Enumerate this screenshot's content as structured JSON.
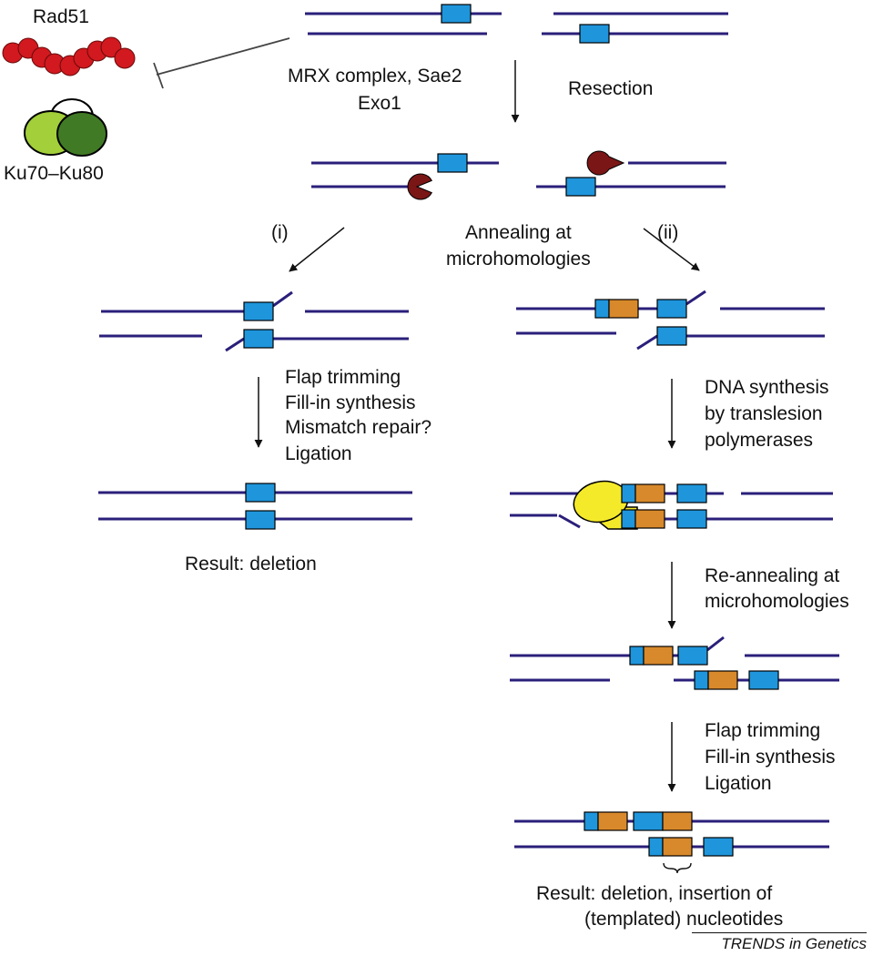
{
  "colors": {
    "dna_strand": "#2a1f7a",
    "microhomology_box": "#1f95db",
    "inserted_box": "#d8892b",
    "rad51": "#d1191f",
    "ku70": "#a2cf3a",
    "ku80": "#417a25",
    "exonuclease": "#7a1616",
    "polymerase": "#f5ea2a"
  },
  "icons": {
    "rad51": "red-bead-chain-icon",
    "ku": "ku-heterodimer-icon",
    "exonuclease": "pacman-nuclease-icon",
    "polymerase": "yellow-polymerase-icon",
    "inhibition": "t-bar-inhibition-icon"
  },
  "labels": {
    "rad51": "Rad51",
    "ku": "Ku70–Ku80",
    "mrx": "MRX complex, Sae2",
    "exo1": "Exo1",
    "resection": "Resection",
    "annealing_1": "Annealing at",
    "annealing_2": "microhomologies",
    "path_i": "(i)",
    "path_ii": "(ii)",
    "left_step_1": "Flap trimming",
    "left_step_2": "Fill-in synthesis",
    "left_step_3": "Mismatch repair?",
    "left_step_4": "Ligation",
    "left_result": "Result: deletion",
    "right_step_1": "DNA synthesis",
    "right_step_2": "by translesion",
    "right_step_3": "polymerases",
    "reanneal_1": "Re-annealing at",
    "reanneal_2": "microhomologies",
    "right_final_1": "Flap trimming",
    "right_final_2": "Fill-in synthesis",
    "right_final_3": "Ligation",
    "right_result_1": "Result: deletion, insertion of",
    "right_result_2": "(templated) nucleotides"
  },
  "footer": "TRENDS in Genetics"
}
